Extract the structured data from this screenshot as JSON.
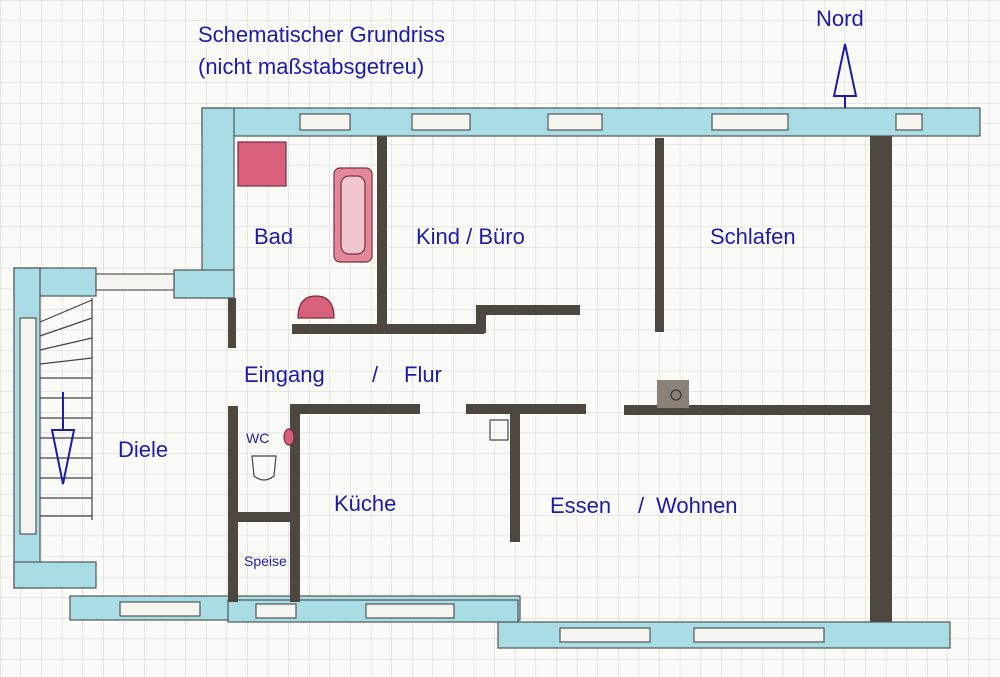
{
  "title": {
    "line1": "Schematischer Grundriss",
    "line2": "(nicht maßstabsgetreu)"
  },
  "north": {
    "label": "Nord"
  },
  "rooms": {
    "bad": "Bad",
    "kind_buero": "Kind / Büro",
    "schlafen": "Schlafen",
    "eingang": "Eingang",
    "slash": "/",
    "flur": "Flur",
    "diele": "Diele",
    "wc": "WC",
    "kueche": "Küche",
    "essen": "Essen",
    "slash2": "/",
    "wohnen": "Wohnen",
    "speise": "Speise"
  },
  "colors": {
    "exterior_wall": "#a9dde6",
    "interior_wall": "#4d4740",
    "fixture": "#d9607a",
    "label": "#1c1ca8",
    "grid": "#cfd3cf"
  }
}
